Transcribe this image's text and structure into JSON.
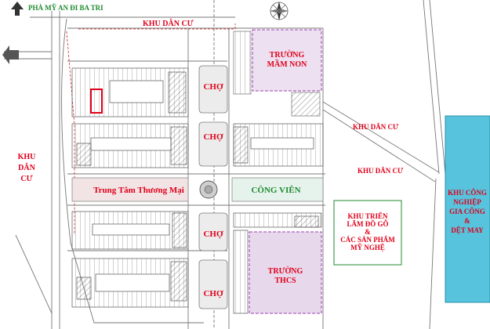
{
  "map": {
    "road_top_label": "PHÀ MỸ AN ĐI BA TRI",
    "residential_top": "KHU DÂN CƯ",
    "residential_left_line1": "KHU",
    "residential_left_line2": "DÂN",
    "residential_left_line3": "CƯ",
    "residential_right_1": "KHU DÂN CƯ",
    "residential_right_2": "KHU DÂN CƯ",
    "kindergarten_line1": "TRƯỜNG",
    "kindergarten_line2": "MẦM NON",
    "market_1": "CHỢ",
    "market_2": "CHỢ",
    "market_3": "CHỢ",
    "market_4": "CHỢ",
    "commercial_center": "Trung Tâm Thương Mại",
    "park": "CÔNG VIÊN",
    "exhibition_line1": "KHU TRIỂN",
    "exhibition_line2": "LÃM ĐỒ GỖ",
    "exhibition_line3": "&",
    "exhibition_line4": "CÁC SẢN PHẨM",
    "exhibition_line5": "MỸ NGHỆ",
    "school_line1": "TRƯỜNG",
    "school_line2": "THCS",
    "industrial_line1": "KHU CÔNG",
    "industrial_line2": "NGHIỆP",
    "industrial_line3": "GIA CÔNG",
    "industrial_line4": "&",
    "industrial_line5": "DỆT MAY"
  },
  "colors": {
    "road_label": "#1e8a2e",
    "zone_label": "#e0001a",
    "park_fill": "#e6f3ec",
    "commercial_fill": "#f2e4e4",
    "industrial_fill": "#57c3dd",
    "school_fill": "#e8d8ec",
    "highlight": "#e0001a"
  },
  "icons": [
    "compass-icon",
    "arrow-left-icon",
    "arrow-up-icon"
  ]
}
